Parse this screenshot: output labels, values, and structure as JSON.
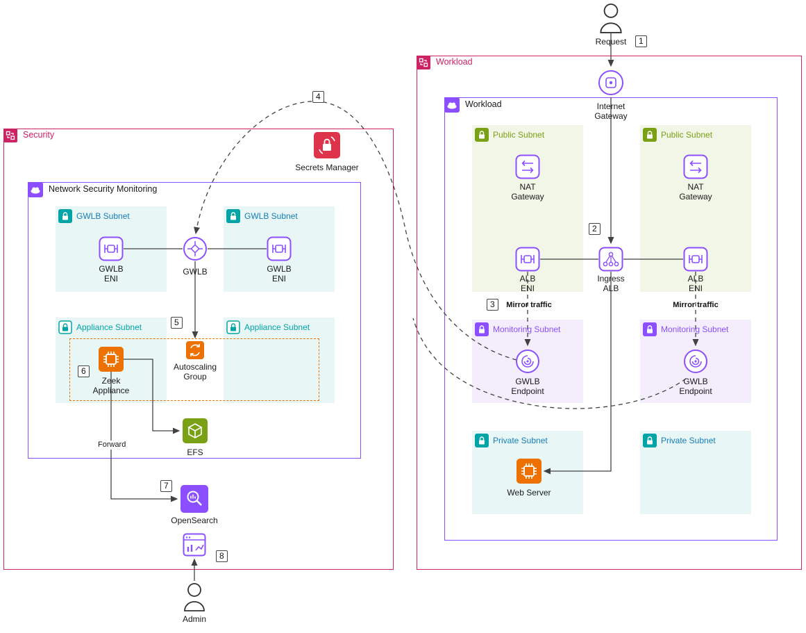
{
  "colors": {
    "region_border": "#cd2264",
    "vpc_border": "#8c4fff",
    "subnet_teal_bg": "#e8f6f6",
    "subnet_olive_bg": "#f1f6e7",
    "subnet_lavender_bg": "#f3edfc",
    "accent_orange": "#ed7100",
    "accent_green": "#7aa116",
    "accent_red": "#dd344c",
    "accent_purple": "#8c4fff",
    "line": "#424242"
  },
  "icons": {
    "region_icon": "pink account frame",
    "vpc_cloud_icon": "purple cloud square",
    "lock_icon": "subnet padlock",
    "eni_icon": "purple rounded square network interface",
    "gwlb_icon": "purple circle gateway load balancer",
    "alb_icon": "purple rounded square load balancer tree",
    "nat_icon": "purple rounded square arrows",
    "igw_icon": "purple circle internet gateway",
    "endpoint_icon": "purple circle swirl endpoint",
    "secrets_icon": "red lock with rotation arrows",
    "chip_icon": "orange instance chip",
    "asg_icon": "orange autoscaling arrows",
    "efs_icon": "green file system cube",
    "opensearch_icon": "purple magnifier",
    "dashboard_icon": "purple chart window",
    "person_icon": "user outline"
  },
  "security": {
    "title": "Security",
    "secrets_manager": "Secrets Manager",
    "nsm": {
      "title": "Network Security Monitoring",
      "gwlb_subnet_left": "GWLB Subnet",
      "gwlb_subnet_right": "GWLB Subnet",
      "gwlb_eni_left": "GWLB\nENI",
      "gwlb": "GWLB",
      "gwlb_eni_right": "GWLB\nENI",
      "appliance_subnet_left": "Appliance Subnet",
      "appliance_subnet_right": "Appliance Subnet",
      "zeek_appliance": "Zeek\nAppliance",
      "autoscaling_group": "Autoscaling\nGroup",
      "efs": "EFS"
    },
    "forward": "Forward",
    "opensearch": "OpenSearch",
    "admin": "Admin"
  },
  "workload": {
    "title": "Workload",
    "request": "Request",
    "vpc": {
      "title": "Workload",
      "internet_gateway": "Internet\nGateway",
      "public_subnet_left": {
        "label": "Public Subnet",
        "nat": "NAT\nGateway",
        "alb_eni": "ALB\nENI"
      },
      "public_subnet_right": {
        "label": "Public Subnet",
        "nat": "NAT\nGateway",
        "alb_eni": "ALB\nENI"
      },
      "ingress_alb": "Ingress\nALB",
      "mirror_traffic_left": "Mirror traffic",
      "mirror_traffic_right": "Mirror traffic",
      "monitoring_subnet_left": {
        "label": "Monitoring Subnet",
        "endpoint": "GWLB\nEndpoint"
      },
      "monitoring_subnet_right": {
        "label": "Monitoring Subnet",
        "endpoint": "GWLB\nEndpoint"
      },
      "private_subnet_left": {
        "label": "Private Subnet",
        "web_server": "Web Server"
      },
      "private_subnet_right": {
        "label": "Private Subnet"
      }
    }
  },
  "steps": [
    "1",
    "2",
    "3",
    "4",
    "5",
    "6",
    "7",
    "8"
  ]
}
